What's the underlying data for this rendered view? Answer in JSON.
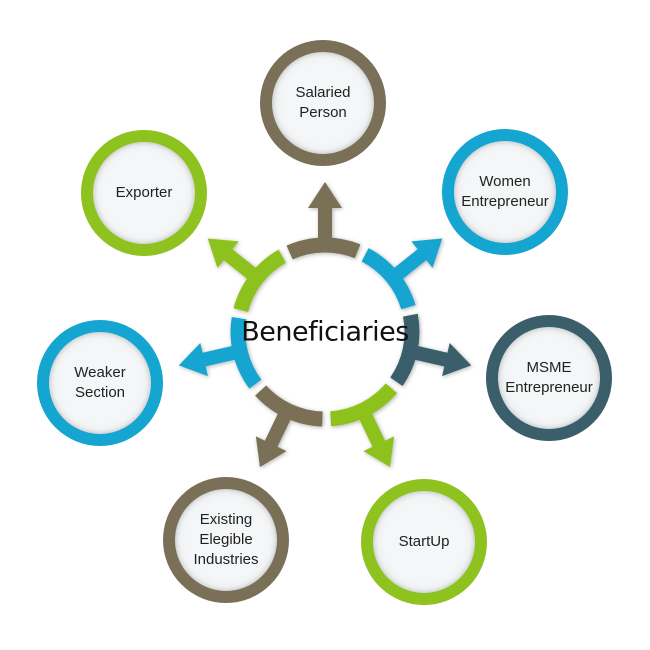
{
  "center_label": "Beneficiaries",
  "colors": {
    "brown": "#7a6f57",
    "blue": "#14a5d1",
    "teal": "#3b5e6b",
    "green": "#8dc21f"
  },
  "nodes": [
    {
      "label": "Salaried\nPerson",
      "color": "#7a6f57"
    },
    {
      "label": "Women\nEntrepreneur",
      "color": "#14a5d1"
    },
    {
      "label": "MSME\nEntrepreneur",
      "color": "#3b5e6b"
    },
    {
      "label": "StartUp",
      "color": "#8dc21f"
    },
    {
      "label": "Existing\nElegible\nIndustries",
      "color": "#7a6f57"
    },
    {
      "label": "Weaker\nSection",
      "color": "#14a5d1"
    },
    {
      "label": "Exporter",
      "color": "#8dc21f"
    }
  ]
}
